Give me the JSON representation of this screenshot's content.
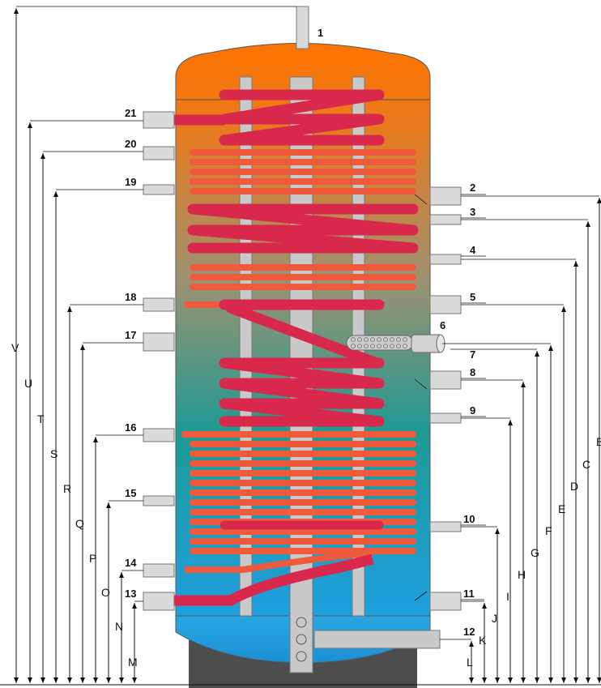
{
  "nozzles": [
    {
      "number": "1"
    },
    {
      "number": "2"
    },
    {
      "number": "3"
    },
    {
      "number": "4"
    },
    {
      "number": "5"
    },
    {
      "number": "6"
    },
    {
      "number": "7"
    },
    {
      "number": "8"
    },
    {
      "number": "9"
    },
    {
      "number": "10"
    },
    {
      "number": "11"
    },
    {
      "number": "12"
    },
    {
      "number": "13"
    },
    {
      "number": "14"
    },
    {
      "number": "15"
    },
    {
      "number": "16"
    },
    {
      "number": "17"
    },
    {
      "number": "18"
    },
    {
      "number": "19"
    },
    {
      "number": "20"
    },
    {
      "number": "21"
    }
  ],
  "dimensions": [
    {
      "letter": "B"
    },
    {
      "letter": "C"
    },
    {
      "letter": "D"
    },
    {
      "letter": "E"
    },
    {
      "letter": "F"
    },
    {
      "letter": "G"
    },
    {
      "letter": "H"
    },
    {
      "letter": "I"
    },
    {
      "letter": "J"
    },
    {
      "letter": "K"
    },
    {
      "letter": "L"
    },
    {
      "letter": "M"
    },
    {
      "letter": "N"
    },
    {
      "letter": "O"
    },
    {
      "letter": "P"
    },
    {
      "letter": "Q"
    },
    {
      "letter": "R"
    },
    {
      "letter": "S"
    },
    {
      "letter": "T"
    },
    {
      "letter": "U"
    },
    {
      "letter": "V"
    }
  ],
  "colors": {
    "tank_top": "#ff7300",
    "tank_middle": "#9a9272",
    "tank_teal": "#1f9a93",
    "tank_bottom": "#1e9fe0",
    "coil_upper": "#d8284c",
    "coil_lower": "#ef5a3c",
    "base": "#4d4d4d"
  }
}
